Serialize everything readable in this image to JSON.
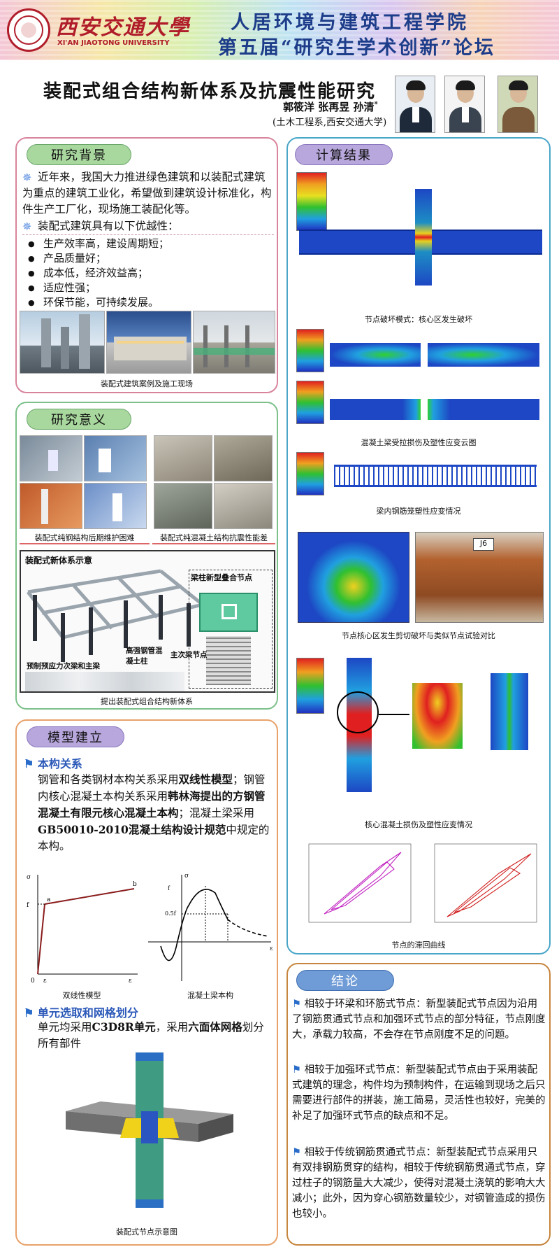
{
  "header": {
    "university_cn": "西安交通大學",
    "university_en": "XI'AN JIAOTONG UNIVERSITY",
    "line1": "人居环境与建筑工程学院",
    "line2": "第五届“研究生学术创新”论坛"
  },
  "paper": {
    "title": "装配式组合结构新体系及抗震性能研究",
    "authors": "郭筱洋 张再昱 孙清",
    "author_mark": "*",
    "affiliation": "(土木工程系,西安交通大学)"
  },
  "sections": {
    "background": {
      "title": "研究背景",
      "para1": "近年来，我国大力推进绿色建筑和以装配式建筑为重点的建筑工业化，希望做到建筑设计标准化，构件生产工厂化，现场施工装配化等。",
      "para2": "装配式建筑具有以下优越性：",
      "items": [
        "生产效率高，建设周期短；",
        "产品质量好；",
        "成本低，经济效益高；",
        "适应性强；",
        "环保节能，可持续发展。"
      ],
      "caption": "装配式建筑案例及施工现场"
    },
    "significance": {
      "title": "研究意义",
      "cap_left": "装配式纯钢结构后期维护困难",
      "cap_right": "装配式纯混凝土结构抗震性能差",
      "system_title": "装配式新体系示意",
      "joint_label": "梁柱新型叠合节点",
      "label_beams": "预制预应力次梁和主梁",
      "label_column": "高强钢管混凝土柱",
      "label_joint2": "主次梁节点",
      "caption": "提出装配式组合结构新体系"
    },
    "model": {
      "title": "模型建立",
      "sub1": "本构关系",
      "p1a": "钢管和各类钢材本构关系采用",
      "p1b": "双线性模型",
      "p1c": "；钢管内核心混凝土本构关系采用",
      "p1d": "韩林海提出的方钢管混凝土有限元核心混凝土本构",
      "p1e": "；混凝土梁采用",
      "p1f": "GB50010-2010混凝土结构设计规范",
      "p1g": "中规定的本构。",
      "cap_bilinear": "双线性模型",
      "cap_concrete": "混凝土梁本构",
      "sub2": "单元选取和网格划分",
      "p2a": "单元均采用",
      "p2b": "C3D8R单元",
      "p2c": "，采用",
      "p2d": "六面体网格",
      "p2e": "划分所有部件",
      "cap_node": "装配式节点示意图"
    },
    "results": {
      "title": "计算结果",
      "cap1": "节点破坏模式：核心区发生破坏",
      "cap2": "混凝土梁受拉损伤及塑性应变云图",
      "cap3": "梁内钢筋笼塑性应变情况",
      "cap4": "节点核心区发生剪切破坏与类似节点试验对比",
      "cap5": "核心混凝土损伤及塑性应变情况",
      "cap6": "节点的滞回曲线",
      "specimen": "J6"
    },
    "conclusion": {
      "title": "结论",
      "items": [
        "相较于环梁和环筋式节点：新型装配式节点因为沿用了钢筋贯通式节点和加强环式节点的部分特征，节点刚度大，承载力较高，不会存在节点刚度不足的问题。",
        "相较于加强环式节点：新型装配式节点由于采用装配式建筑的理念，构件均为预制构件，在运输到现场之后只需要进行部件的拼装，施工简易，灵活性也较好，完美的补足了加强环式节点的缺点和不足。",
        "相较于传统钢筋贯通式节点：新型装配式节点采用只有双排钢筋贯穿的结构，相较于传统钢筋贯通式节点，穿过柱子的钢筋量大大减少，使得对混凝土浇筑的影响大大减小；此外，因为穿心钢筋数量较少，对钢管造成的损伤也较小。"
      ]
    }
  },
  "colors": {
    "bg_panel_border": "#d9849c",
    "sig_panel_border": "#7cc08a",
    "model_panel_border": "#e8a26a",
    "results_panel_border": "#4aa7c9",
    "conclusion_panel_border": "#c7863f",
    "pill_green": "#9fd39a",
    "pill_purple": "#b8a7dc",
    "pill_blue": "#6f9bd6"
  }
}
